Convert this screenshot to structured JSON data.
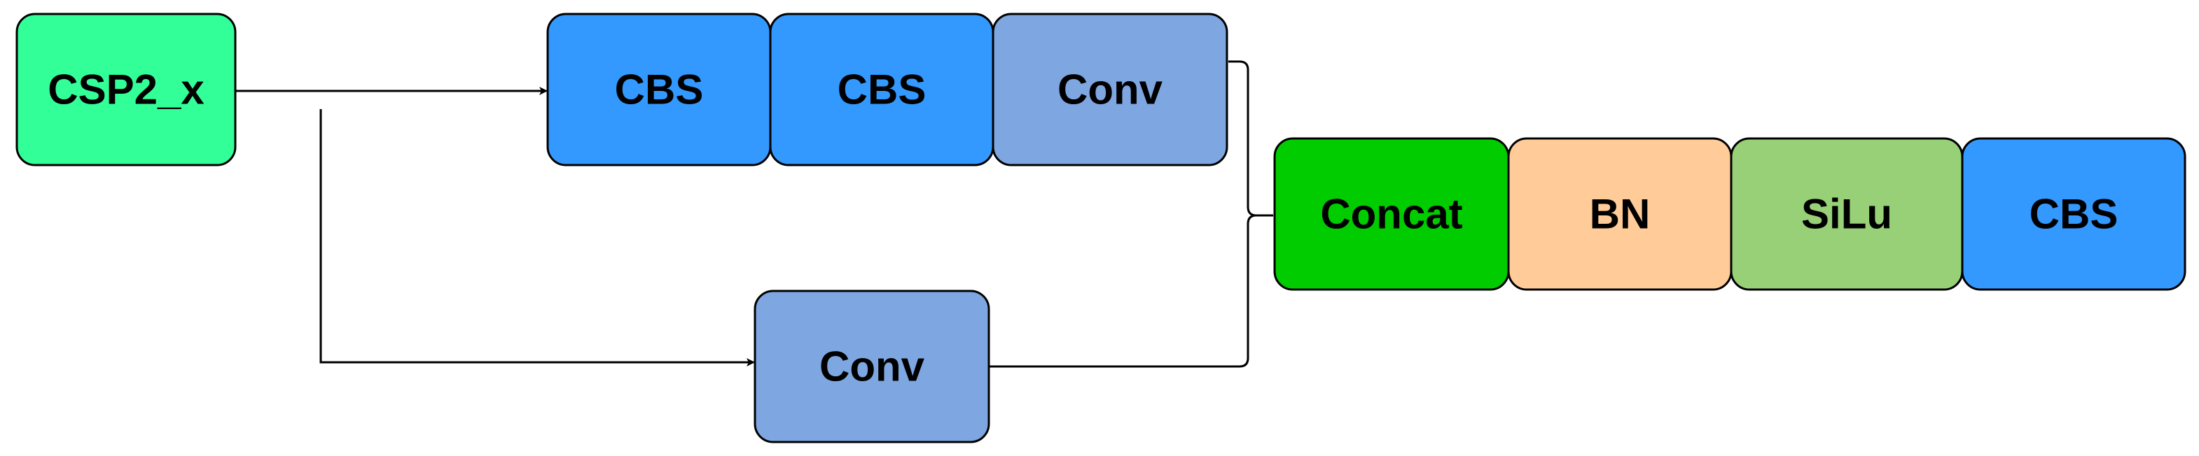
{
  "nodes": [
    {
      "id": "csp2x",
      "label": "CSP2_x",
      "color": "#33ff99"
    },
    {
      "id": "cbs_1",
      "label": "CBS",
      "color": "#3399ff"
    },
    {
      "id": "cbs_2",
      "label": "CBS",
      "color": "#3399ff"
    },
    {
      "id": "conv_top",
      "label": "Conv",
      "color": "#7ea6e0"
    },
    {
      "id": "conv_bottom",
      "label": "Conv",
      "color": "#7ea6e0"
    },
    {
      "id": "concat",
      "label": "Concat",
      "color": "#00cc00"
    },
    {
      "id": "bn",
      "label": "BN",
      "color": "#ffcc99"
    },
    {
      "id": "silu",
      "label": "SiLu",
      "color": "#97d077"
    },
    {
      "id": "cbs_out",
      "label": "CBS",
      "color": "#3399ff"
    }
  ],
  "edges": [
    {
      "from": "csp2x",
      "to": "cbs_1"
    },
    {
      "from": "csp2x",
      "to": "conv_bottom"
    },
    {
      "from": "conv_top",
      "to": "concat"
    },
    {
      "from": "conv_bottom",
      "to": "concat"
    }
  ]
}
